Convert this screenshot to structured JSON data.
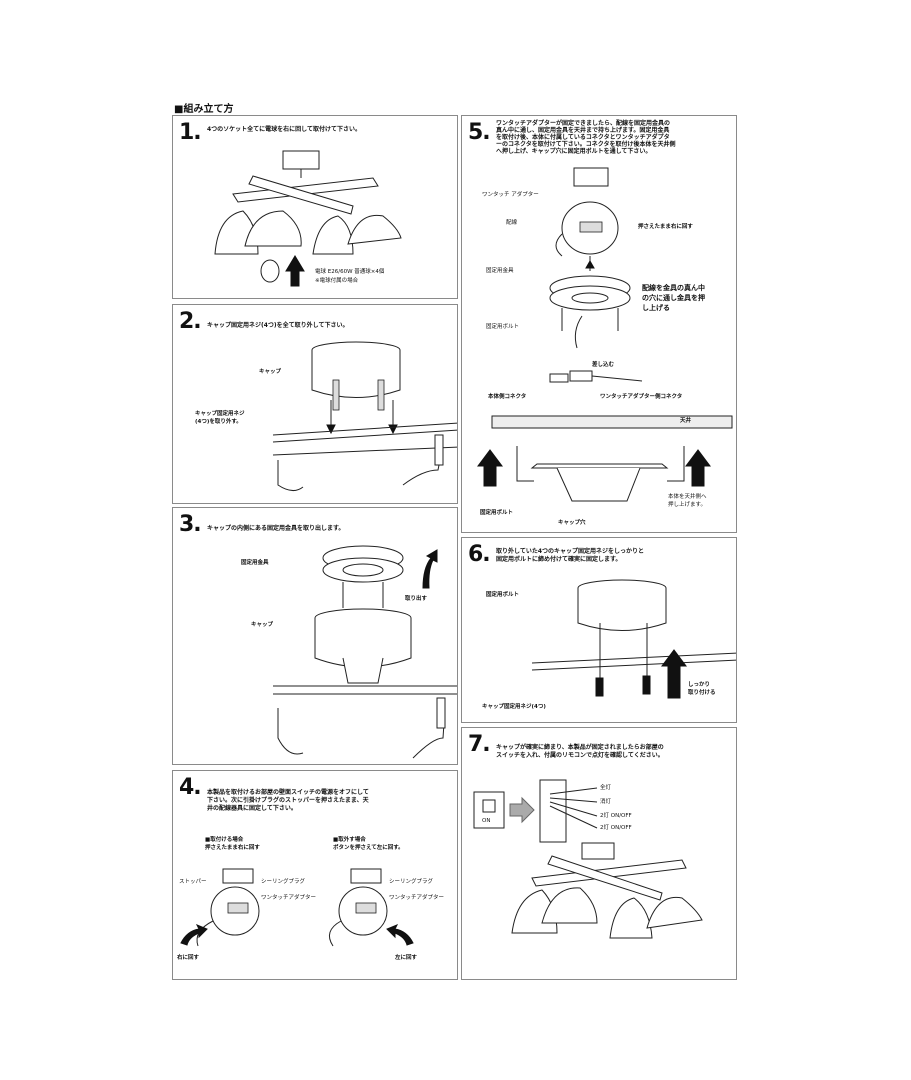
{
  "title": "■組み立て方",
  "steps": {
    "s1": {
      "num": "1.",
      "text": "4つのソケット全てに電球を右に回して取付けて下さい。",
      "bulb_note": [
        "電球 E26/60W 普通球×4個",
        "※電球付属の場合"
      ]
    },
    "s2": {
      "num": "2.",
      "text": "キャップ固定用ネジ(4つ)を全て取り外して下さい。",
      "cap_label": "キャップ",
      "screw_label": [
        "キャップ固定用ネジ",
        "(4つ)を取り外す。"
      ]
    },
    "s3": {
      "num": "3.",
      "text": "キャップの内側にある固定用金具を取り出します。",
      "bracket_label": "固定用金具",
      "remove_label": "取り出す",
      "cap_label": "キャップ"
    },
    "s4": {
      "num": "4.",
      "text": [
        "本製品を取付けるお部屋の壁面スイッチの電源をオフにして",
        "下さい。次に引掛けプラグのストッパーを押さえたまま、天",
        "井の配線器具に固定して下さい。"
      ],
      "attach_title": [
        "■取付ける場合",
        "押さえたまま右に回す"
      ],
      "detach_title": [
        "■取外す場合",
        "ボタンを押さえて左に回す。"
      ],
      "stopper": "ストッパー",
      "ceiling_plug": "シーリングプラグ",
      "adapter": "ワンタッチアダプター",
      "turn_right": "右に回す",
      "turn_left": "左に回す"
    },
    "s5": {
      "num": "5.",
      "text": [
        "ワンタッチアダプターが固定できましたら、配線を固定用金具の",
        "真ん中に通し、固定用金具を天井まで持ち上げます。固定用金具",
        "を取付け後、本体に付属しているコネクタとワンタッチアダプタ",
        "ーのコネクタを取付けて下さい。コネクタを取付け後本体を天井側",
        "へ押し上げ、キャップ穴に固定用ボルトを通して下さい。"
      ],
      "adapter": "ワンタッチ アダプター",
      "wiring": "配線",
      "hold_turn": "押さえたまま右に回す",
      "bracket": "固定用金具",
      "bolt": "固定用ボルト",
      "pass_wire": [
        "配線を金具の真ん中",
        "の穴に通し金具を押",
        "し上げる"
      ],
      "insert": "差し込む",
      "body_connector": "本体側コネクタ",
      "adapter_connector": "ワンタッチアダプター側コネクタ",
      "ceiling": "天井",
      "push_up": [
        "本体を天井側へ",
        "押し上げます。"
      ],
      "bolt2": "固定用ボルト",
      "cap_hole": "キャップ穴"
    },
    "s6": {
      "num": "6.",
      "text": [
        "取り外していた4つのキャップ固定用ネジをしっかりと",
        "固定用ボルトに締め付けて確実に固定します。"
      ],
      "bolt": "固定用ボルト",
      "screw": "キャップ固定用ネジ(4つ)",
      "tighten": [
        "しっかり",
        "取り付ける"
      ]
    },
    "s7": {
      "num": "7.",
      "text": [
        "キャップが確実に締まり、本製品が固定されましたらお部屋の",
        "スイッチを入れ、付属のリモコンで点灯を確認してください。"
      ],
      "on": "ON",
      "modes": [
        "全灯",
        "消灯",
        "2灯 ON/OFF",
        "2灯 ON/OFF"
      ]
    }
  }
}
